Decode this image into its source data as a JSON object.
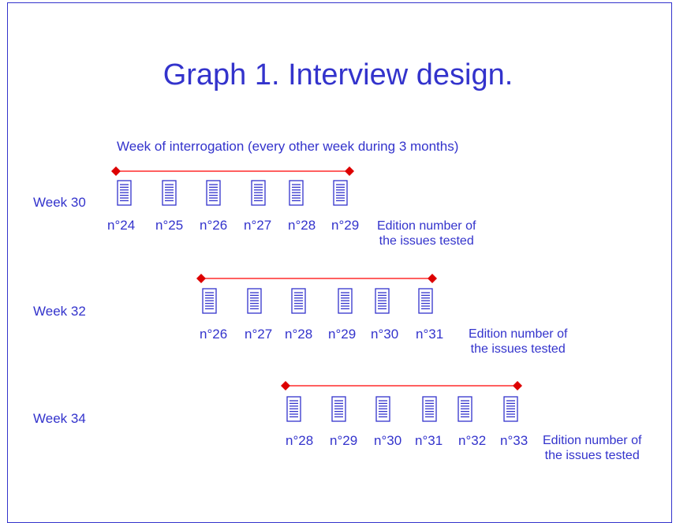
{
  "title": "Graph 1. Interview design.",
  "subtitle": "Week of interrogation (every other week during 3 months)",
  "colors": {
    "text": "#3333cc",
    "range_line": "#ff0000",
    "range_marker": "#dd0000"
  },
  "icon": "document-icon",
  "rows": [
    {
      "week_label": "Week 30",
      "issues": [
        "n°24",
        "n°25",
        "n°26",
        "n°27",
        "n°28",
        "n°29"
      ],
      "note_line1": "Edition number of",
      "note_line2": "the issues tested"
    },
    {
      "week_label": "Week 32",
      "issues": [
        "n°26",
        "n°27",
        "n°28",
        "n°29",
        "n°30",
        "n°31"
      ],
      "note_line1": "Edition number of",
      "note_line2": "the issues tested"
    },
    {
      "week_label": "Week 34",
      "issues": [
        "n°28",
        "n°29",
        "n°30",
        "n°31",
        "n°32",
        "n°33"
      ],
      "note_line1": "Edition number of",
      "note_line2": "the issues tested"
    }
  ]
}
